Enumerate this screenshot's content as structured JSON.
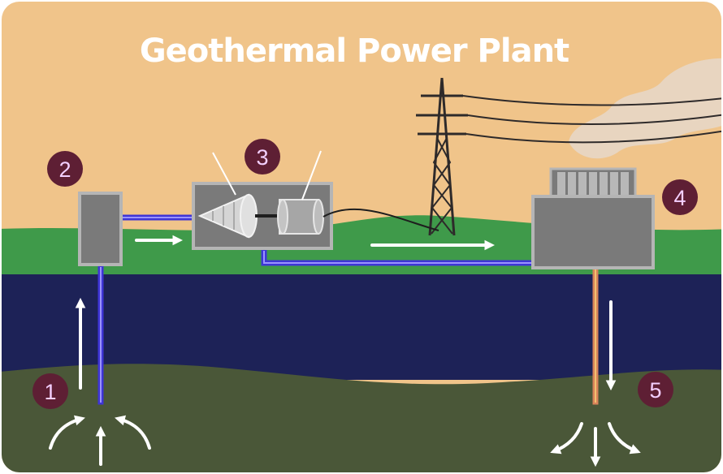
{
  "title": "Geothermal Power Plant",
  "steps": [
    {
      "number": "1"
    },
    {
      "number": "2"
    },
    {
      "number": "3"
    },
    {
      "number": "4"
    },
    {
      "number": "5"
    }
  ],
  "colors": {
    "sky": "#f0c48a",
    "grass": "#3f9a4a",
    "water_layer": "#1d2257",
    "bedrock": "#4a5738",
    "hot_pipe": "#3f35d6",
    "return_pipe": "#d9845a",
    "equipment": "#7a7a7a",
    "equipment_border": "#b5b5b5",
    "badge": "#5e1f34",
    "badge_text": "#f4d0ff",
    "arrow": "#ffffff",
    "title": "#ffffff",
    "steam": "#e7d7c5"
  }
}
